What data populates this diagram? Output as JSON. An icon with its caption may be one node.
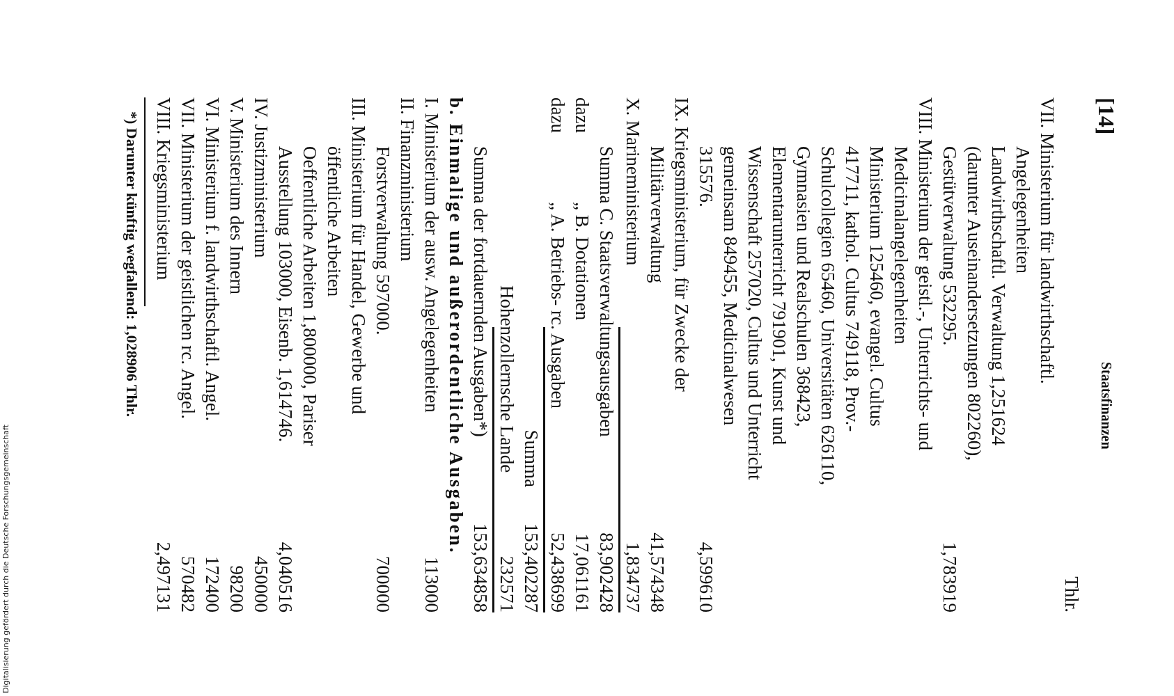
{
  "diagram": {
    "labels": [
      "[14]",
      "Staatsfinanzen",
      "Thlr.",
      "VII. Ministerium für landwirthschaftl. Angelegenheiten",
      "Landwirthschaftl. Verwaltung 1,251624 (darunter Auseinandersetzungen 802260), Gestütverwaltung 532295.",
      "1,783919",
      "VIII. Ministerium der geistl.-, Unterrichts- und Medicinalangelegenheiten",
      "Ministerium 125460, evangel. Cultus 417711, kathol. Cultus 749118, Prov.-Schulcollegien 65460, Universitäten 626110, Gymnasien und Realschulen 368423, Elementarunterricht 791901, Kunst und Wissenschaft 257020, Cultus und Unterricht gemeinsam 849455, Medicinalwesen 315576.",
      "4,599610",
      "IX. Kriegsministerium, für Zwecke der Militärverwaltung",
      "41,574348",
      "X. Marineministerium",
      "1,834737",
      "Summa C. Staatsverwaltungsausgaben",
      "83,902428",
      "dazu",
      "„ B. Dotationen",
      "17,061161",
      "dazu",
      "„ A. Betriebs- rc. Ausgaben",
      "52,438699",
      "Summa",
      "153,402287",
      "Hohenzollernsche Lande",
      "232571",
      "Summa der fortdauernden Ausgaben*)",
      "153,634858",
      "b. Einmalige und außerordentliche Ausgaben.",
      "I. Ministerium der ausw. Angelegenheiten",
      "113000",
      "II. Finanzministerium",
      "Forstverwaltung 597000.",
      "700000",
      "III. Ministerium für Handel, Gewerbe und öffentliche Arbeiten",
      "Oeffentliche Arbeiten 1,800000, Pariser Ausstellung 103000, Eisenb. 1,614746.",
      "4,040516",
      "IV. Justizministerium",
      "450000",
      "V. Ministerium des Innern",
      "98200",
      "VI. Ministerium f. landwirthschaftl. Angel.",
      "172400",
      "VII. Ministerium der geistlichen rc. Angel.",
      "570482",
      "VIII. Kriegsministerium",
      "2,497131",
      "*) Darunter künftig wegfallend: 1,028906 Thlr.",
      "Digitalisierung gefördert durch die Deutsche Forschungsgemeinschaft"
    ]
  }
}
